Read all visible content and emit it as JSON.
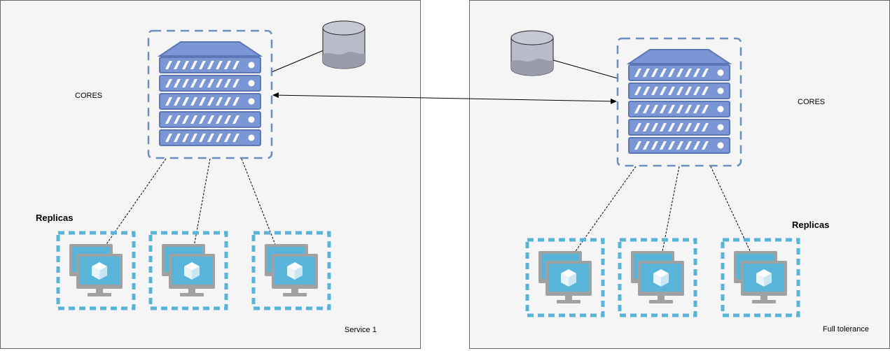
{
  "colors": {
    "panel_fill": "#f5f5f5",
    "panel_stroke": "#666666",
    "server_fill": "#7b96d4",
    "server_stroke": "#5b76b4",
    "server_dashed_border": "#6c8ebf",
    "replica_border": "#59b4d9",
    "monitor_gray": "#a0a1a2",
    "monitor_screen": "#59b4d9",
    "db_fill": "#b8bcc8",
    "db_dark": "#989bab"
  },
  "left_panel": {
    "cores_label": "CORES",
    "replicas_label": "Replicas",
    "footer_label": "Service  1",
    "server_icon": "server-rack-icon",
    "database_icon": "database-cylinder-icon",
    "replica_icon": "virtual-machine-icon"
  },
  "right_panel": {
    "cores_label": "CORES",
    "replicas_label": "Replicas",
    "footer_label": "Full tolerance",
    "server_icon": "server-rack-icon",
    "database_icon": "database-cylinder-icon",
    "replica_icon": "virtual-machine-icon"
  },
  "connector_icon": "bidirectional-arrow-icon"
}
